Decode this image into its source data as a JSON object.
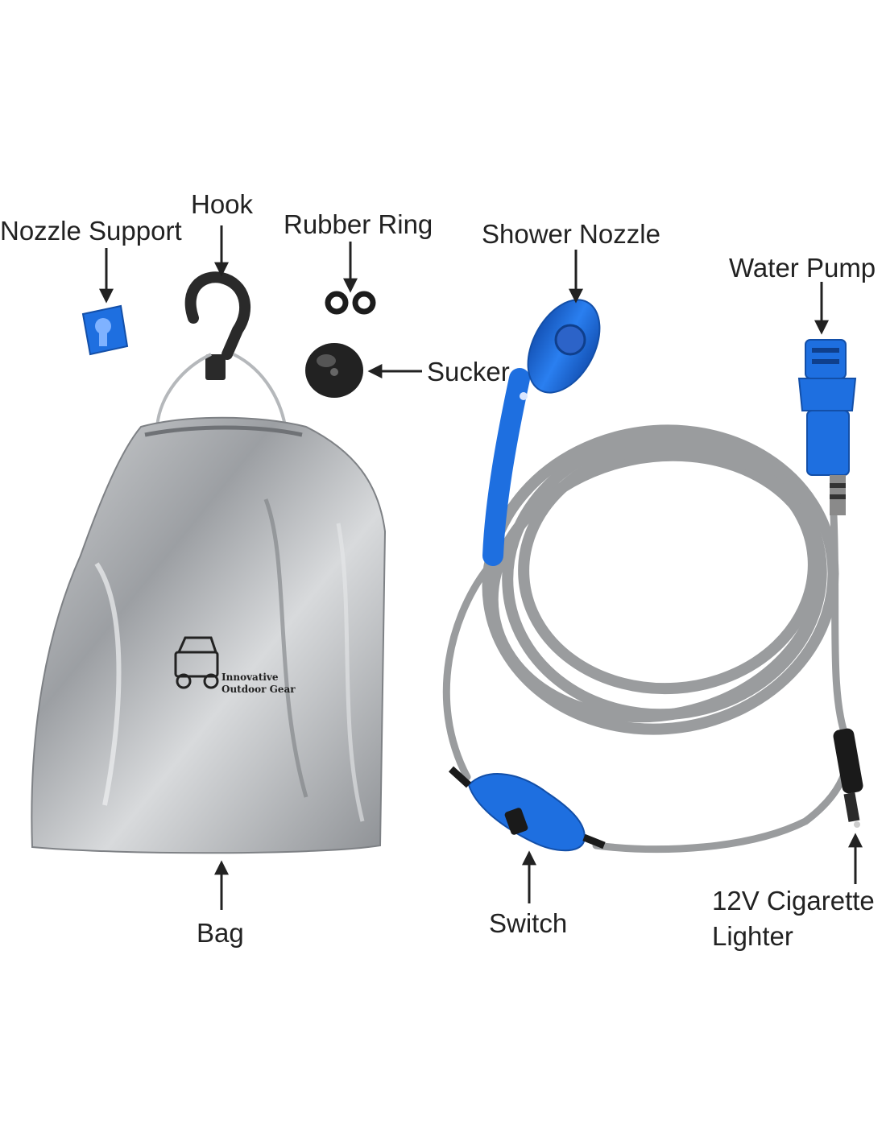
{
  "colors": {
    "accent_blue": "#1e6fe0",
    "hose_gray": "#9a9c9e",
    "bag_silver": "#b8babd",
    "text": "#222222"
  },
  "bag": {
    "brand_line1": "Innovative",
    "brand_line2": "Outdoor Gear"
  },
  "labels": {
    "nozzle_support": "Nozzle Support",
    "hook": "Hook",
    "rubber_ring": "Rubber Ring",
    "shower_nozzle": "Shower Nozzle",
    "water_pump": "Water Pump",
    "sucker": "Sucker",
    "bag": "Bag",
    "switch": "Switch",
    "lighter_line1": "12V Cigarette",
    "lighter_line2": "Lighter"
  }
}
